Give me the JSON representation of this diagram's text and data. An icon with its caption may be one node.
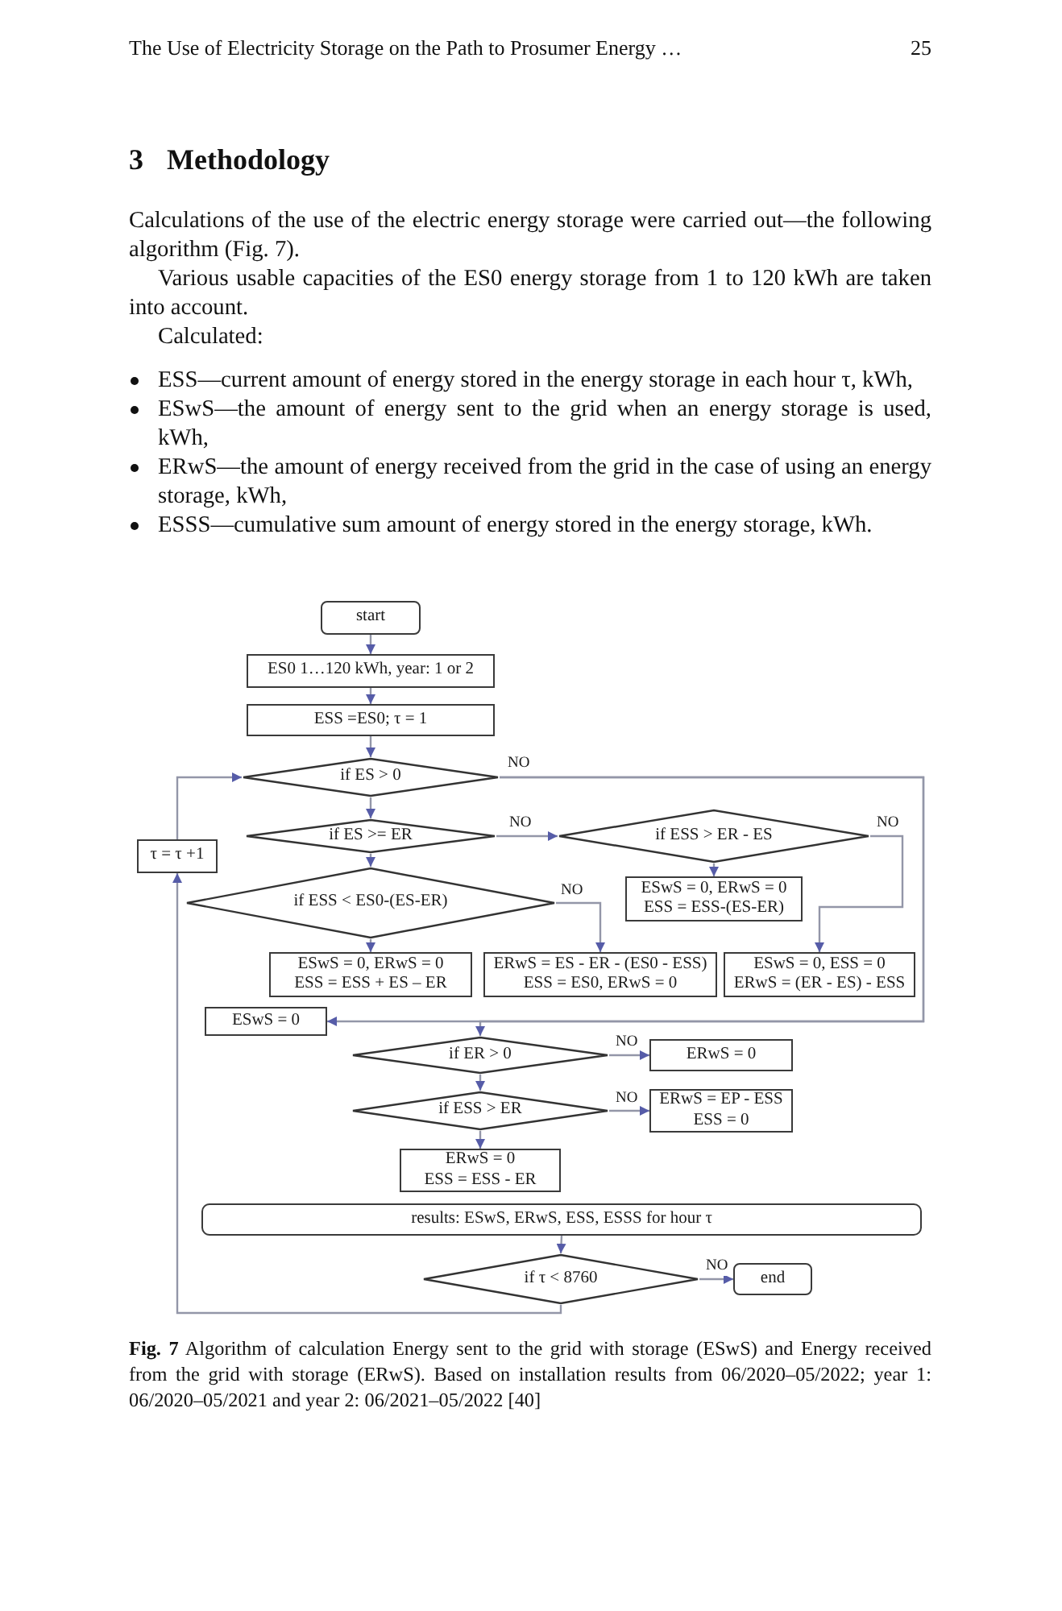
{
  "diagram": {
    "title": "3 Methodology",
    "caption": "**Fig. 7** Algorithm of calculation Energy sent to the grid with storage (ESwS) and Energy received from the grid with storage (ERwS). Based on installation results from 06/2020–05/2022; year 1: 06/2020–05/2021 and year 2: 06/2021–05/2022 [40]",
    "nodes": [
      {
        "text": [
          "start"
        ]
      },
      {
        "text": [
          "ES0 1…120 kWh, year: 1 or 2"
        ]
      },
      {
        "text": [
          "ESS =ES0; τ = 1"
        ]
      },
      {
        "text": [
          "if ES > 0"
        ]
      },
      {
        "text": [
          "if ES >= ER"
        ]
      },
      {
        "text": [
          "if ESS > ER - ES"
        ]
      },
      {
        "text": [
          "τ = τ +1"
        ]
      },
      {
        "text": [
          "if ESS < ES0-(ES-ER)"
        ]
      },
      {
        "text": [
          "ESwS = 0, ERwS = 0",
          "ESS = ESS-(ES-ER)"
        ]
      },
      {
        "text": [
          "ESwS = 0, ERwS = 0",
          "ESS = ESS + ES – ER"
        ]
      },
      {
        "text": [
          "ERwS = ES - ER - (ES0 - ESS)",
          "ESS = ES0, ERwS = 0"
        ]
      },
      {
        "text": [
          "ESwS = 0, ESS = 0",
          "ERwS = (ER - ES) - ESS"
        ]
      },
      {
        "text": [
          "ESwS = 0"
        ]
      },
      {
        "text": [
          "if ER > 0"
        ]
      },
      {
        "text": [
          "ERwS = 0"
        ]
      },
      {
        "text": [
          "if ESS > ER"
        ]
      },
      {
        "text": [
          "ERwS = EP - ESS",
          "ESS = 0"
        ]
      },
      {
        "text": [
          "ERwS = 0",
          "ESS = ESS - ER"
        ]
      },
      {
        "text": [
          "results: ESwS, ERwS, ESS, ESSS for hour τ"
        ]
      },
      {
        "text": [
          "if τ < 8760"
        ]
      },
      {
        "text": [
          "end"
        ]
      }
    ],
    "edges": [
      {
        "from": 0,
        "to": 1,
        "arrow": "to"
      },
      {
        "from": 1,
        "to": 2,
        "arrow": "to"
      },
      {
        "from": 2,
        "to": 3,
        "arrow": "to"
      },
      {
        "from": 3,
        "to": 4,
        "arrow": "to"
      },
      {
        "from": 3,
        "to": 12,
        "arrow": "to",
        "label": "NO"
      },
      {
        "from": 3,
        "to": 13,
        "arrow": "to"
      },
      {
        "from": 4,
        "to": 5,
        "arrow": "to",
        "label": "NO"
      },
      {
        "from": 4,
        "to": 7,
        "arrow": "to"
      },
      {
        "from": 5,
        "to": 8,
        "arrow": "to"
      },
      {
        "from": 5,
        "to": 11,
        "arrow": "to",
        "label": "NO"
      },
      {
        "from": 7,
        "to": 9,
        "arrow": "to"
      },
      {
        "from": 7,
        "to": 10,
        "arrow": "to",
        "label": "NO"
      },
      {
        "from": 13,
        "to": 14,
        "arrow": "to",
        "label": "NO"
      },
      {
        "from": 13,
        "to": 15,
        "arrow": "to"
      },
      {
        "from": 15,
        "to": 16,
        "arrow": "to",
        "label": "NO"
      },
      {
        "from": 15,
        "to": 17,
        "arrow": "to"
      },
      {
        "from": 18,
        "to": 19,
        "arrow": "to"
      },
      {
        "from": 19,
        "to": 20,
        "arrow": "to",
        "label": "NO"
      },
      {
        "from": 19,
        "to": 6,
        "arrow": "to"
      },
      {
        "from": 6,
        "to": 3,
        "arrow": "to"
      }
    ],
    "labels": [
      "The Use of Electricity Storage on the Path to Prosumer Energy …",
      "25",
      "Calculations of the use of the electric energy storage were carried out—the following algorithm (Fig. 7).",
      "Various usable capacities of the ES0 energy storage from 1 to 120 kWh are taken into account.",
      "Calculated:",
      "ESS—current amount of energy stored in the energy storage in each hour τ, kWh,",
      "ESwS—the amount of energy sent to the grid when an energy storage is used, kWh,",
      "ERwS—the amount of energy received from the grid in the case of using an energy storage, kWh,",
      "ESSS—cumulative sum amount of energy stored in the energy storage, kWh."
    ]
  }
}
